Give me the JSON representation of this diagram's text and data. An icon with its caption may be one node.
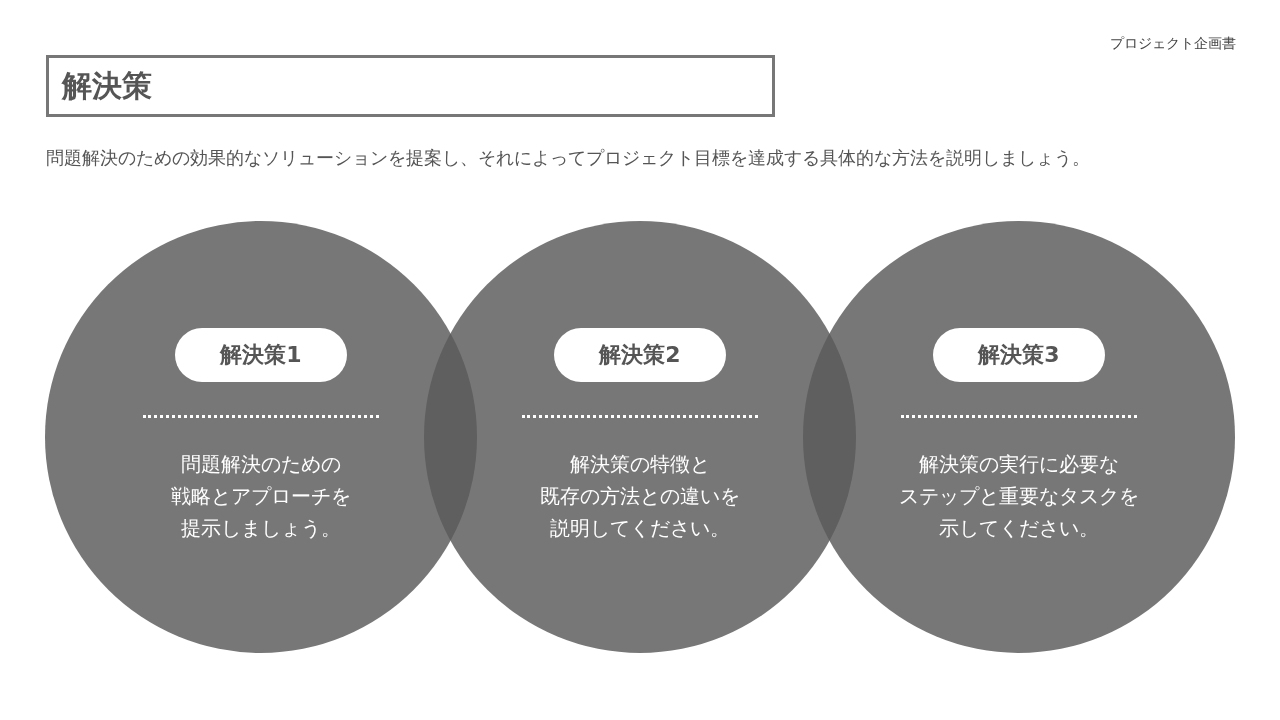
{
  "diagram": {
    "nodes": [
      {
        "text": [
          "解決策"
        ]
      },
      {
        "text": [
          "問題解決のための戦略とアプローチを提示しましょう。"
        ]
      },
      {
        "text": [
          "解決策1"
        ],
        "in": 1
      },
      {
        "text": [
          "解決策の特徴と既存の方法との違いを説明してください。"
        ]
      },
      {
        "text": [
          "解決策2"
        ],
        "in": 3
      },
      {
        "text": [
          "解決策の実行に必要なステップと重要なタスクを示してください。"
        ]
      },
      {
        "text": [
          "解決策3"
        ],
        "in": 5
      }
    ],
    "labels": [
      "プロジェクト企画書",
      "問題解決のための効果的なソリューションを提案し、それによってプロジェクト目標を達成する具体的な方法を説明しましょう。"
    ]
  }
}
